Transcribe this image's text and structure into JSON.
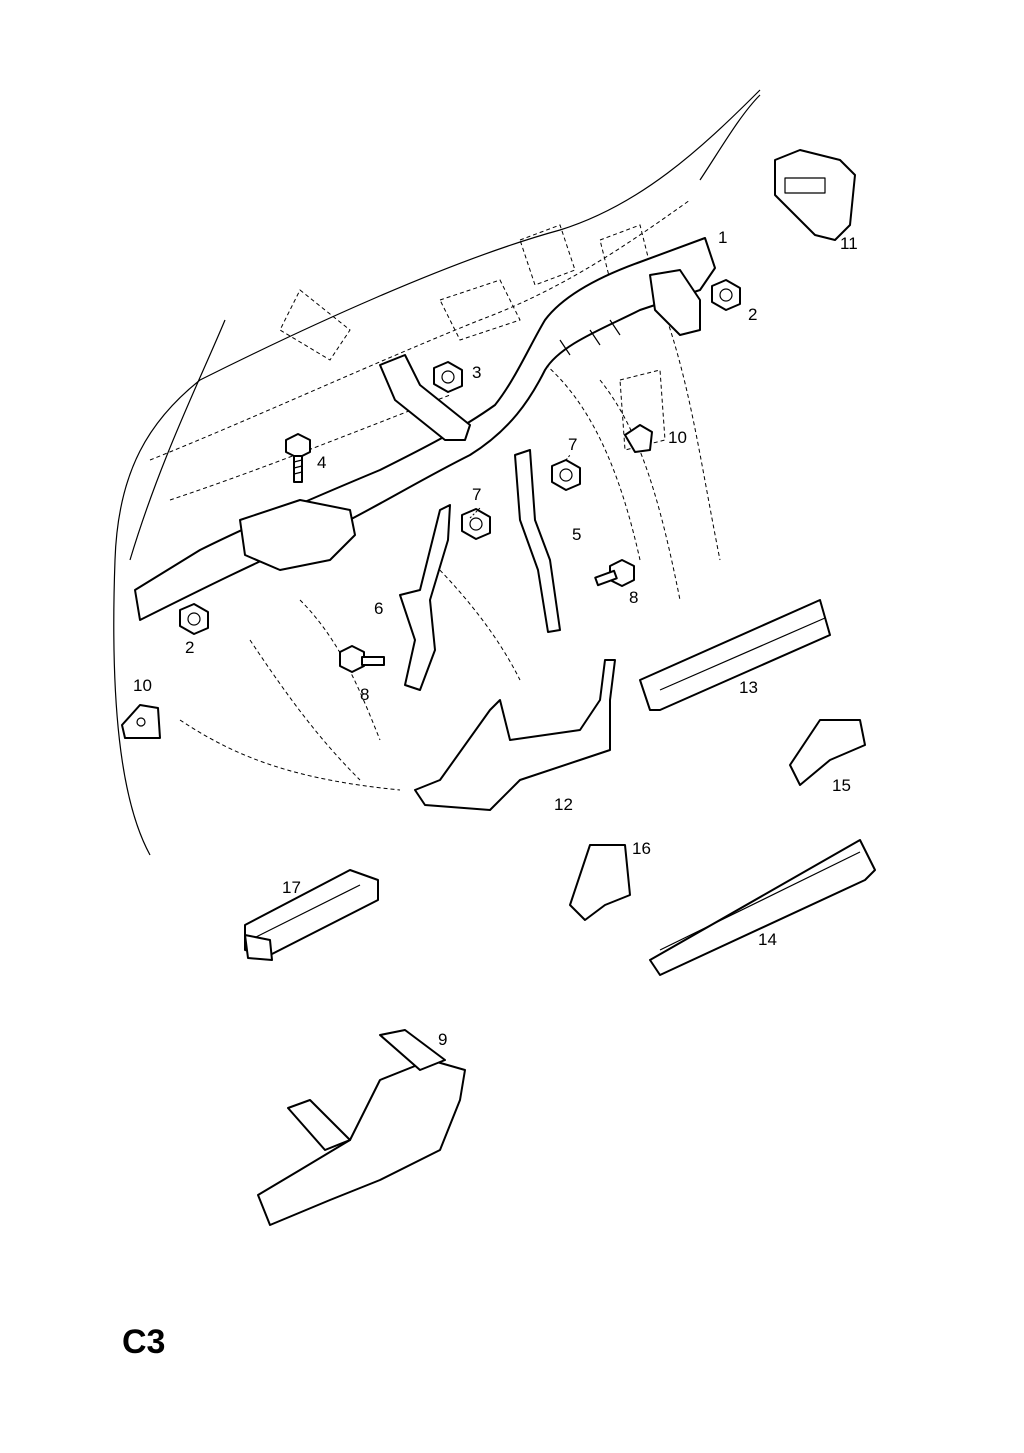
{
  "page": {
    "section_code": "C3"
  },
  "callouts": [
    {
      "id": "c1",
      "label": "1"
    },
    {
      "id": "c2a",
      "label": "2"
    },
    {
      "id": "c2b",
      "label": "2"
    },
    {
      "id": "c3",
      "label": "3"
    },
    {
      "id": "c4",
      "label": "4"
    },
    {
      "id": "c5",
      "label": "5"
    },
    {
      "id": "c6",
      "label": "6"
    },
    {
      "id": "c7a",
      "label": "7"
    },
    {
      "id": "c7b",
      "label": "7"
    },
    {
      "id": "c8a",
      "label": "8"
    },
    {
      "id": "c8b",
      "label": "8"
    },
    {
      "id": "c9",
      "label": "9"
    },
    {
      "id": "c10a",
      "label": "10"
    },
    {
      "id": "c10b",
      "label": "10"
    },
    {
      "id": "c11",
      "label": "11"
    },
    {
      "id": "c12",
      "label": "12"
    },
    {
      "id": "c13",
      "label": "13"
    },
    {
      "id": "c14",
      "label": "14"
    },
    {
      "id": "c15",
      "label": "15"
    },
    {
      "id": "c16",
      "label": "16"
    },
    {
      "id": "c17",
      "label": "17"
    }
  ]
}
